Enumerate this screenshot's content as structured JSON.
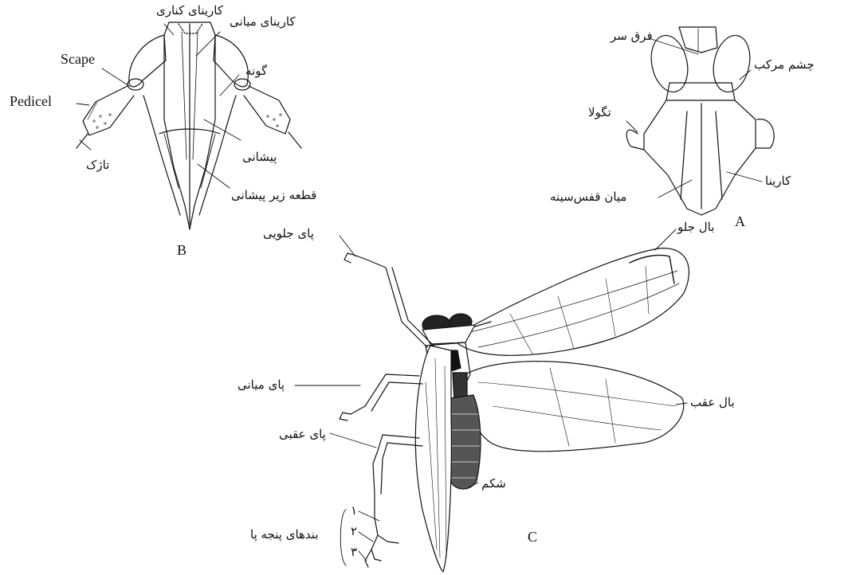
{
  "panels": {
    "a": "A",
    "b": "B",
    "c": "C"
  },
  "labels_b": {
    "lateral_carina": "کارینای کناری",
    "median_carina": "کارینای میانی",
    "scape": "Scape",
    "pedicel": "Pedicel",
    "gena": "گونه",
    "frons": "پیشانی",
    "flagellum": "تاژک",
    "clypeus": "قطعه زیر پیشانی"
  },
  "labels_a": {
    "vertex": "فرق سر",
    "compound_eye": "چشم مرکب",
    "tegula": "تگولا",
    "carina": "کارینا",
    "mesothorax": "میان قفس‌سینه"
  },
  "labels_c": {
    "foreleg": "پای جلویی",
    "forewing": "بال جلو",
    "midleg": "پای میانی",
    "hindwing": "بال عقب",
    "hindleg": "پای عقبی",
    "abdomen": "شکم",
    "tarsomeres": "بندهای پنجه پا",
    "tarsus_1": "۱",
    "tarsus_2": "۲",
    "tarsus_3": "۳"
  }
}
